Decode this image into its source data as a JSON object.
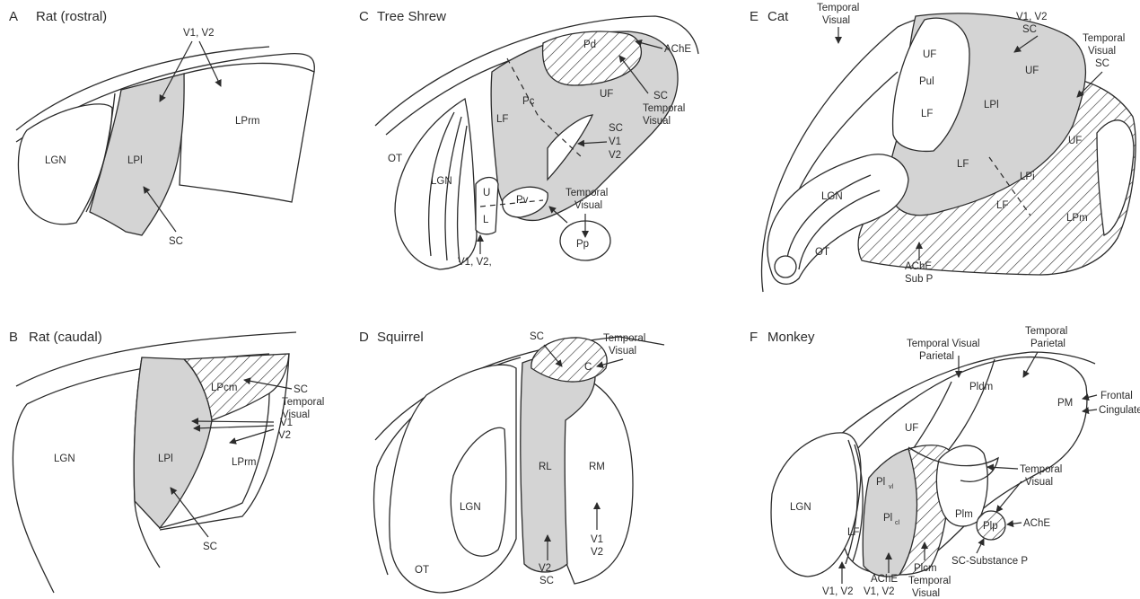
{
  "panels": {
    "a": {
      "letter": "A",
      "title": "Rat (rostral)",
      "labels": {
        "v1v2": "V1, V2",
        "lprm": "LPrm",
        "lgn": "LGN",
        "lpl": "LPl",
        "sc": "SC"
      }
    },
    "b": {
      "letter": "B",
      "title": "Rat (caudal)",
      "labels": {
        "lpcm": "LPcm",
        "sc_top": "SC",
        "temporal": "Temporal",
        "visual": "Visual",
        "lgn": "LGN",
        "lpl": "LPl",
        "v1": "V1",
        "v2": "V2",
        "lprm": "LPrm",
        "sc_bottom": "SC"
      }
    },
    "c": {
      "letter": "C",
      "title": "Tree Shrew",
      "labels": {
        "pd": "Pd",
        "ache": "AChE",
        "sc1": "SC",
        "temporal1": "Temporal",
        "visual1": "Visual",
        "uf": "UF",
        "pc": "Pc",
        "lf": "LF",
        "sc2": "SC",
        "v1": "V1",
        "v2": "V2",
        "ot": "OT",
        "lgn": "LGN",
        "u": "U",
        "l": "L",
        "pv": "Pv",
        "temporal2": "Temporal",
        "visual2": "Visual",
        "pp": "Pp",
        "v1v2": "V1, V2,"
      }
    },
    "d": {
      "letter": "D",
      "title": "Squirrel",
      "labels": {
        "sc_top": "SC",
        "temporal": "Temporal",
        "visual": "Visual",
        "c": "C",
        "rl": "RL",
        "rm": "RM",
        "lgn": "LGN",
        "ot": "OT",
        "v2": "V2",
        "sc_bottom": "SC",
        "v1": "V1",
        "v2b": "V2"
      }
    },
    "e": {
      "letter": "E",
      "title": "Cat",
      "labels": {
        "temporal1": "Temporal",
        "visual1": "Visual",
        "v1v2": "V1, V2",
        "sc1": "SC",
        "temporal2": "Temporal",
        "visual2": "Visual",
        "sc2": "SC",
        "uf1": "UF",
        "pul": "Pul",
        "lf1": "LF",
        "uf2": "UF",
        "lpl": "LPl",
        "uf3": "UF",
        "lf2": "LF",
        "lpi": "LPi",
        "lf3": "LF",
        "lpm": "LPm",
        "lgn": "LGN",
        "ot": "OT",
        "ache": "AChE",
        "subp": "Sub P"
      }
    },
    "f": {
      "letter": "F",
      "title": "Monkey",
      "labels": {
        "tvis": "Temporal Visual",
        "parietal": "Parietal",
        "temporal": "Temporal",
        "parietal2": "Parietal",
        "pldm": "Pldm",
        "pm": "PM",
        "frontal": "Frontal",
        "cingulate": "Cingulate",
        "uf": "UF",
        "plv_main": "Pl",
        "plv_sub": "vl",
        "plc_main": "Pl",
        "plc_sub": "cl",
        "lgn": "LGN",
        "lf": "LF",
        "plm": "Plm",
        "plp": "Plp",
        "ache_right": "AChE",
        "temporal2": "Temporal",
        "visual2": "Visual",
        "scsp": "SC-Substance P",
        "v1v2": "V1, V2",
        "ache": "AChE",
        "v1v2b": "V1, V2",
        "plcm": "Plcm",
        "temporal3": "Temporal",
        "visual3": "Visual"
      }
    }
  }
}
